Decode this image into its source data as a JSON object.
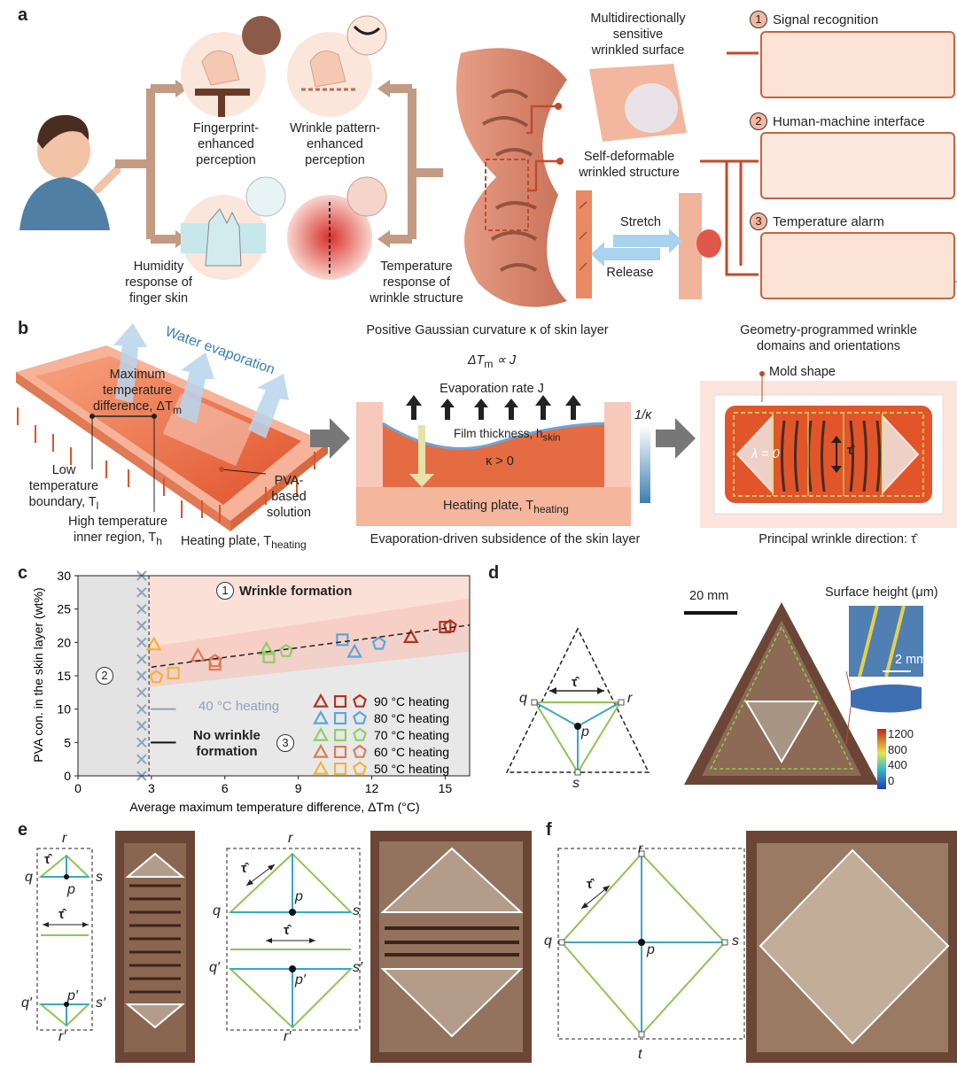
{
  "panel_labels": {
    "a": "a",
    "b": "b",
    "c": "c",
    "d": "d",
    "e": "e",
    "f": "f"
  },
  "panel_a": {
    "fingerprint": "Fingerprint-\nenhanced\nperception",
    "wrinkle_pattern": "Wrinkle pattern-\nenhanced\nperception",
    "humidity": "Humidity\nresponse of\nfinger skin",
    "temperature_resp": "Temperature\nresponse of\nwrinkle structure",
    "multidirectional": "Multidirectionally\nsensitive\nwrinkled surface",
    "self_deformable": "Self-deformable\nwrinkled structure",
    "stretch": "Stretch",
    "release": "Release",
    "app1_num": "1",
    "app1": "Signal recognition",
    "app2_num": "2",
    "app2": "Human-machine interface",
    "app3_num": "3",
    "app3": "Temperature alarm"
  },
  "panel_b": {
    "water_evap": "Water evaporation",
    "max_temp_diff": "Maximum\ntemperature\ndifference, ΔT",
    "max_temp_sub": "m",
    "low_temp": "Low\ntemperature\nboundary, T",
    "low_sub": "l",
    "high_temp": "High temperature\ninner region, T",
    "high_sub": "h",
    "pva": "PVA-\nbased\nsolution",
    "heating_left": "Heating plate, T",
    "heating_sub": "heating",
    "gauss_title": "Positive Gaussian curvature κ of skin layer",
    "delta_prop": "ΔT",
    "delta_sub": "m",
    "delta_rest": " ∝ J",
    "evap_rate": "Evaporation rate J",
    "film_thickness": "Film thickness, h",
    "film_sub": "skin",
    "kappa": "κ > 0",
    "heating_mid": "Heating plate, T",
    "inv_kappa": "1/κ",
    "subsidence": "Evaporation-driven subsidence of the skin layer",
    "geo_title": "Geometry-programmed wrinkle\ndomains and orientations",
    "mold_shape": "Mold shape",
    "lambda": "λ = 0",
    "tau": "τ̂",
    "principal": "Principal wrinkle direction: τ̂"
  },
  "chart_data": {
    "type": "scatter",
    "title": "",
    "xlabel": "Average maximum temperature difference, ΔTm (°C)",
    "ylabel": "PVA con. in the skin layer (wt%)",
    "xlim": [
      0,
      16
    ],
    "ylim": [
      0,
      30
    ],
    "xticks": [
      "0",
      "3",
      "6",
      "9",
      "12",
      "15"
    ],
    "yticks": [
      "0",
      "5",
      "10",
      "15",
      "20",
      "25",
      "30"
    ],
    "xtick_values": [
      0,
      3,
      6,
      9,
      12,
      15
    ],
    "ytick_values": [
      0,
      5,
      10,
      15,
      20,
      25,
      30
    ],
    "series": [
      {
        "name": "90 °C heating",
        "color": "#b5331b",
        "points": [
          {
            "x": 13.6,
            "y": 20.8,
            "m": "triangle"
          },
          {
            "x": 15.0,
            "y": 22.3,
            "m": "square"
          },
          {
            "x": 15.2,
            "y": 22.4,
            "m": "pentagon"
          }
        ]
      },
      {
        "name": "80 °C heating",
        "color": "#5aa6dc",
        "points": [
          {
            "x": 10.8,
            "y": 20.4,
            "m": "square"
          },
          {
            "x": 11.3,
            "y": 18.6,
            "m": "triangle"
          },
          {
            "x": 12.3,
            "y": 19.8,
            "m": "pentagon"
          }
        ]
      },
      {
        "name": "70 °C heating",
        "color": "#8dcf6a",
        "points": [
          {
            "x": 7.7,
            "y": 19.0,
            "m": "triangle"
          },
          {
            "x": 7.8,
            "y": 17.8,
            "m": "square"
          },
          {
            "x": 8.5,
            "y": 18.7,
            "m": "pentagon"
          }
        ]
      },
      {
        "name": "60 °C heating",
        "color": "#e07a55",
        "points": [
          {
            "x": 4.9,
            "y": 18.0,
            "m": "triangle"
          },
          {
            "x": 5.6,
            "y": 16.7,
            "m": "square"
          },
          {
            "x": 5.6,
            "y": 17.2,
            "m": "pentagon"
          }
        ]
      },
      {
        "name": "50 °C heating",
        "color": "#f0b43c",
        "points": [
          {
            "x": 3.1,
            "y": 19.7,
            "m": "triangle"
          },
          {
            "x": 3.2,
            "y": 14.8,
            "m": "pentagon"
          },
          {
            "x": 3.9,
            "y": 15.4,
            "m": "square"
          }
        ]
      }
    ],
    "crosses_40C": {
      "x": 2.6,
      "y": [
        30,
        27.5,
        25,
        22.5,
        20,
        17.5,
        15,
        12.5,
        10,
        7.5,
        5,
        2.5,
        0
      ]
    },
    "boundary_line": {
      "x": [
        3,
        16
      ],
      "y": [
        16.3,
        22.6
      ]
    },
    "vertical_line_x": 2.9,
    "legend_placement": "bottom-right",
    "regions": {
      "r1_num": "1",
      "r1": "Wrinkle formation",
      "r2_num": "2",
      "r3_num": "3",
      "r3": "No wrinkle\nformation",
      "heating40": "40 °C heating"
    },
    "colors": {
      "formation_band": "#f6c8bd",
      "gray_region": "#e3e3e3"
    }
  },
  "panel_d": {
    "q": "q",
    "r": "r",
    "p": "p",
    "s": "s",
    "tau": "τ̂",
    "scale": "20 mm",
    "surface_height": "Surface height (μm)",
    "scale2": "2 mm",
    "cb_ticks": [
      "1200",
      "800",
      "400",
      "0"
    ]
  },
  "panel_e": {
    "q": "q",
    "r": "r",
    "p": "p",
    "s": "s",
    "q2": "q′",
    "r2": "r′",
    "p2": "p′",
    "s2": "s′",
    "tau": "τ̂"
  },
  "panel_f": {
    "q": "q",
    "r": "r",
    "p": "p",
    "s": "s",
    "t": "t",
    "tau": "τ̂"
  }
}
